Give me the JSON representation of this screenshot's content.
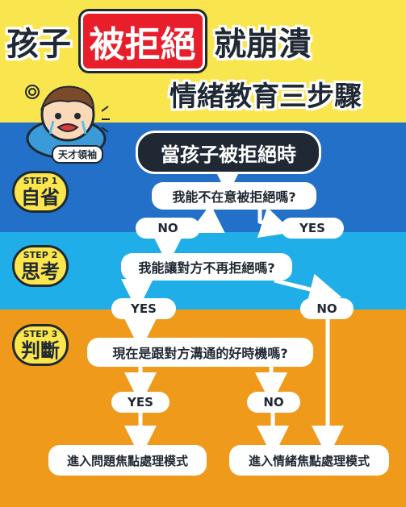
{
  "title": {
    "prefix": "孩子",
    "highlight": "被拒絕",
    "suffix": "就崩潰",
    "subtitle": "情緒教育三步驟"
  },
  "mascot": {
    "label": "天才領袖"
  },
  "steps": [
    {
      "num": "STEP 1",
      "name": "自省"
    },
    {
      "num": "STEP 2",
      "name": "思考"
    },
    {
      "num": "STEP 3",
      "name": "判斷"
    }
  ],
  "nodes": {
    "start": "當孩子被拒絕時",
    "q1": "我能不在意被拒絕嗎?",
    "q1_no": "NO",
    "q1_yes": "YES",
    "q2": "我能讓對方不再拒絕嗎?",
    "q2_yes": "YES",
    "q2_no": "NO",
    "q3": "現在是跟對方溝通的好時機嗎?",
    "q3_yes": "YES",
    "q3_no": "NO",
    "outcome_problem": "進入問題焦點處理模式",
    "outcome_emotion": "進入情緒焦點處理模式"
  },
  "colors": {
    "yellow": "#f9e54d",
    "blue": "#2270c8",
    "light_blue": "#20aee8",
    "orange": "#f09a1c",
    "red": "#e81e2b",
    "dark": "#1f2833"
  }
}
